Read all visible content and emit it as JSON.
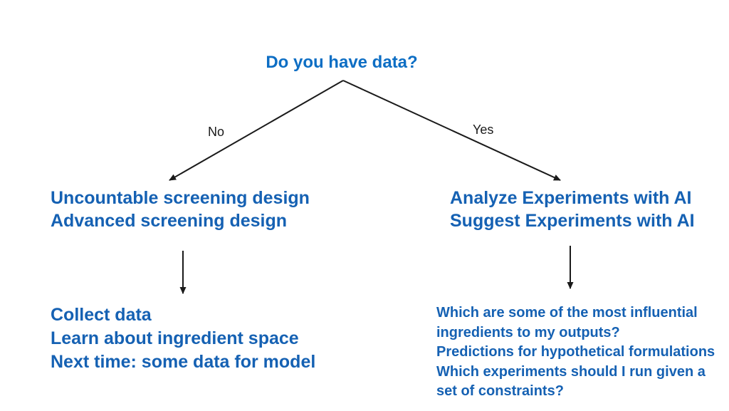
{
  "palette": {
    "background": "#ffffff",
    "title_blue": "#0d6ec4",
    "text_blue": "#1561b3",
    "arrow_black": "#1a1a1a"
  },
  "flowchart": {
    "question": "Do you have data?",
    "no": {
      "label": "No",
      "node": [
        "Uncountable screening design",
        "Advanced screening design"
      ],
      "outcome": [
        "Collect data",
        "Learn about ingredient space",
        "Next time: some data for model"
      ]
    },
    "yes": {
      "label": "Yes",
      "node": [
        "Analyze Experiments with AI",
        "Suggest Experiments with AI"
      ],
      "outcome": [
        "Which are some of the most influential ingredients to my outputs?",
        "Predictions for hypothetical formulations",
        "Which experiments should I run given a set of constraints?"
      ]
    }
  }
}
